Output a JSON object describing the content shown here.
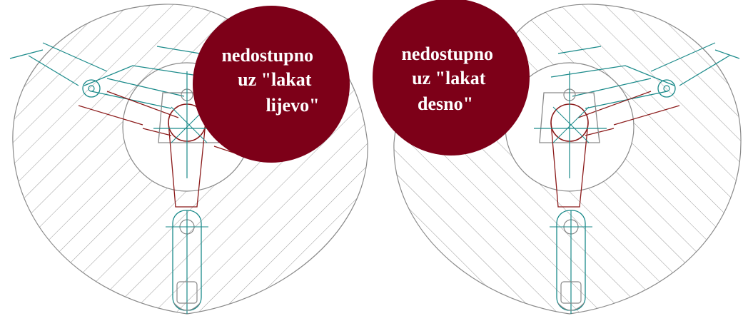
{
  "colors": {
    "background": "#ffffff",
    "hatch": "#9a9a9a",
    "outline": "#8a8a8a",
    "arm_teal": "#1a8a8a",
    "arm_red": "#8b1a1a",
    "badge": "#7d0018",
    "badge_text": "#ffffff"
  },
  "panels": [
    {
      "id": "left",
      "badge_lines": [
        "nedostupno",
        "uz \"lakat",
        "lijevo\""
      ]
    },
    {
      "id": "right",
      "badge_lines": [
        "nedostupno",
        "uz \"lakat",
        "desno\""
      ]
    }
  ]
}
